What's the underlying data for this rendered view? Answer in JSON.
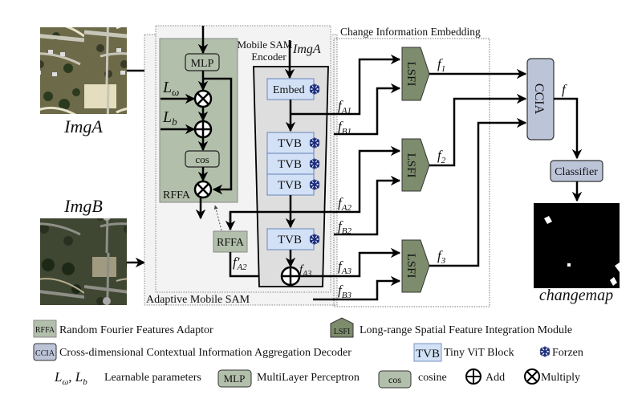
{
  "inputs": {
    "img_a_label": "ImgA",
    "img_b_label": "ImgB"
  },
  "adaptive_mobile_sam": {
    "label": "Adaptive Mobile SAM",
    "rffa_main": {
      "label": "RFFA",
      "mlp_label": "MLP",
      "cos_label": "cos",
      "l_omega": "L",
      "l_omega_sub": "ω",
      "l_b": "L",
      "l_b_sub": "b"
    },
    "rffa_small_label": "RFFA",
    "f_prime_a2": "f′",
    "f_prime_a2_sub": "A2",
    "encoder": {
      "title_line1": "Mobile SAM",
      "title_line2": "Encoder",
      "input_label": "ImgA",
      "embed_label": "Embed",
      "tvb_labels": [
        "TVB",
        "TVB",
        "TVB",
        "TVB"
      ],
      "f_a3_label": "f",
      "f_a3_sub": "A3"
    }
  },
  "change_information_embedding": {
    "label": "Change Information Embedding",
    "features": [
      {
        "a": "f",
        "a_sub": "A1",
        "b": "f",
        "b_sub": "B1"
      },
      {
        "a": "f",
        "a_sub": "A2",
        "b": "f",
        "b_sub": "B2"
      },
      {
        "a": "f",
        "a_sub": "A3",
        "b": "f",
        "b_sub": "B3"
      }
    ],
    "lsfi_label": "LSFI",
    "outputs": [
      {
        "name": "f",
        "sub": "1"
      },
      {
        "name": "f",
        "sub": "2"
      },
      {
        "name": "f",
        "sub": "3"
      }
    ]
  },
  "decoder": {
    "ccia_label": "CCIA",
    "f_label": "f",
    "classifier_label": "Classifier",
    "output_label": "changemap"
  },
  "legend": {
    "rffa": {
      "badge": "RFFA",
      "text": "Random Fourier Features Adaptor"
    },
    "lsfi": {
      "badge": "LSFI",
      "text": "Long-range Spatial Feature Integration Module"
    },
    "ccia": {
      "badge": "CCIA",
      "text": "Cross-dimensional Contextual Information Aggregation Decoder"
    },
    "tvb": {
      "badge": "TVB",
      "text": "Tiny ViT Block"
    },
    "frozen": {
      "text": "Forzen"
    },
    "learnable": {
      "text": "Learnable parameters"
    },
    "mlp": {
      "badge": "MLP",
      "text": "MultiLayer Perceptron"
    },
    "cos": {
      "badge": "cos",
      "text": "cosine"
    },
    "add": {
      "text": "Add"
    },
    "multiply": {
      "text": "Multiply"
    }
  },
  "colors": {
    "rffa_green": "#b2bfab",
    "lsfi_green": "#7d8c6c",
    "ccia_blue": "#bcc4d8",
    "tvb_blue": "#d2e1f6",
    "snow_navy": "#1a2a7a"
  }
}
